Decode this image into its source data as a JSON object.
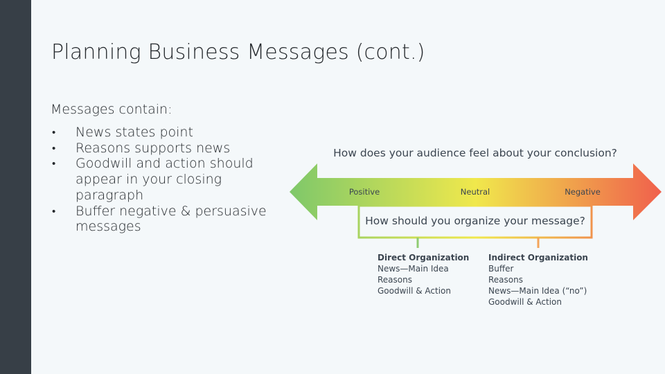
{
  "slide": {
    "title": "Planning Business Messages (cont.)",
    "intro": "Messages contain:",
    "bullets": [
      "News states point",
      "Reasons supports news",
      "Goodwill and action should appear in your closing paragraph",
      "Buffer negative & persuasive messages"
    ]
  },
  "diagram": {
    "question_feel": "How does your audience feel about your conclusion?",
    "scale_labels": {
      "positive": "Positive",
      "neutral": "Neutral",
      "negative": "Negative"
    },
    "question_organize": "How should you organize your message?",
    "direct": {
      "heading": "Direct Organization",
      "lines": [
        "News—Main Idea",
        "Reasons",
        "Goodwill & Action"
      ]
    },
    "indirect": {
      "heading": "Indirect Organization",
      "lines": [
        "Buffer",
        "Reasons",
        "News—Main Idea (“no”)",
        "Goodwill & Action"
      ]
    },
    "colors": {
      "positive": "#7ec86a",
      "neutral": "#f0e84c",
      "negative": "#f0604c",
      "direct_line": "#8fcc72",
      "indirect_line": "#f3a45a"
    }
  }
}
